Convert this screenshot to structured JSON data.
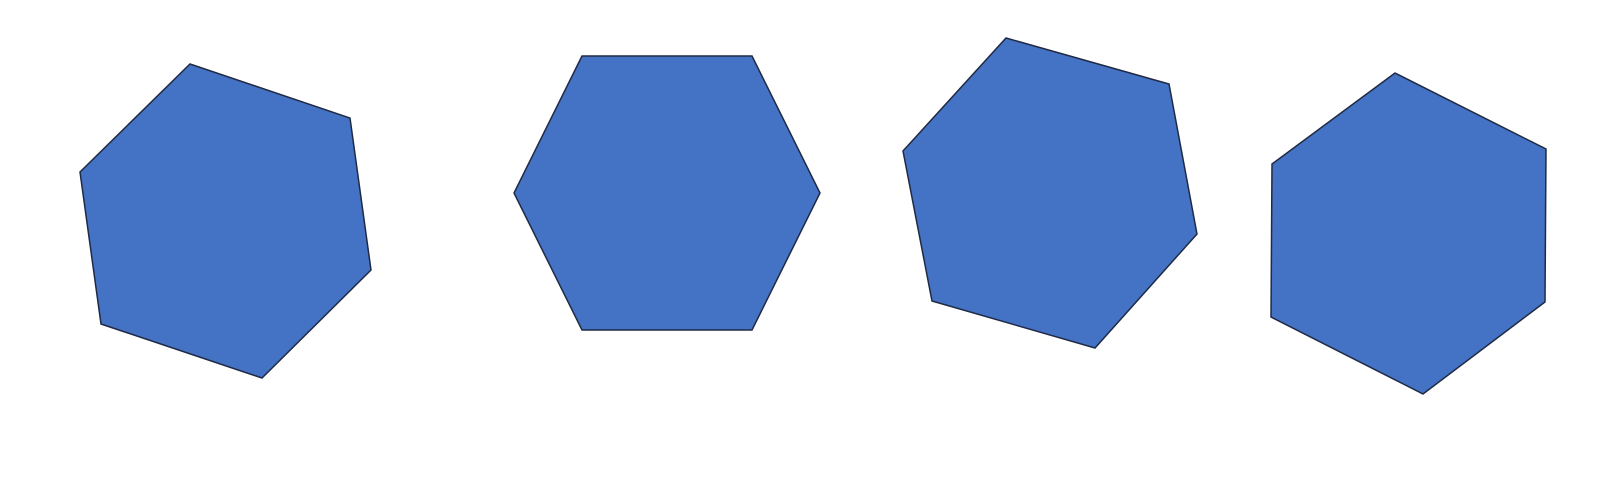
{
  "canvas": {
    "background": "#ffffff"
  },
  "style": {
    "fill": "#4472C4",
    "stroke": "#1F2A44"
  },
  "shapes": [
    {
      "kind": "hexagon",
      "description": "rotated"
    },
    {
      "kind": "hexagon",
      "description": "flat-top"
    },
    {
      "kind": "hexagon",
      "description": "rotated"
    },
    {
      "kind": "hexagon",
      "description": "pointy-top"
    }
  ]
}
